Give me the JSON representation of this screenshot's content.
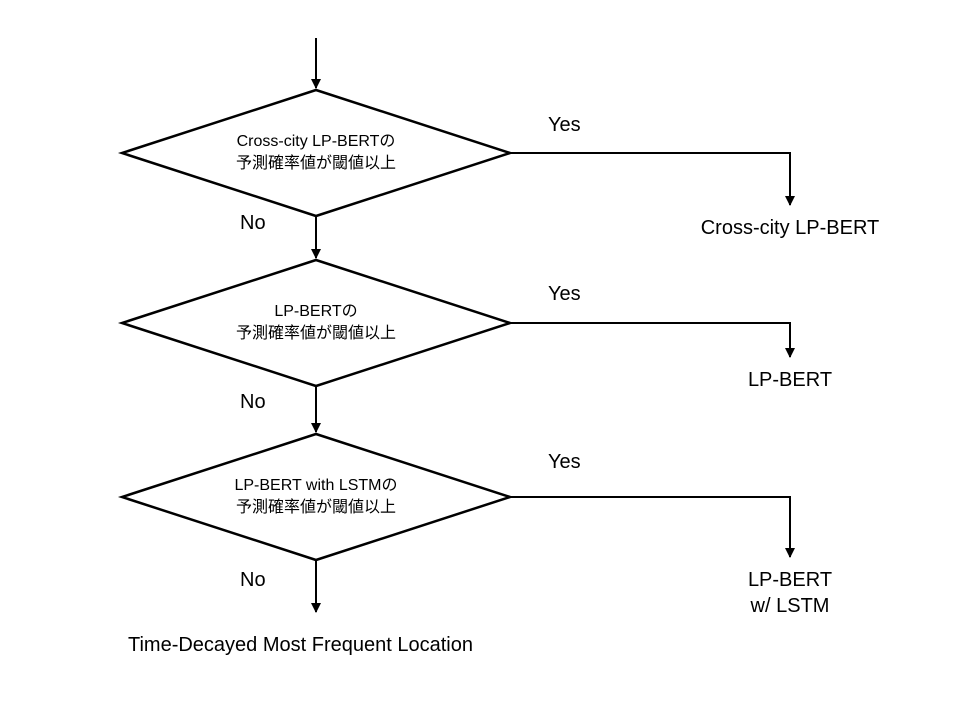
{
  "decisions": [
    {
      "line1": "Cross-city LP-BERTの",
      "line2": "予測確率値が閾値以上",
      "yes_label": "Yes",
      "no_label": "No",
      "outcome": [
        "Cross-city LP-BERT"
      ]
    },
    {
      "line1": "LP-BERTの",
      "line2": "予測確率値が閾値以上",
      "yes_label": "Yes",
      "no_label": "No",
      "outcome": [
        "LP-BERT"
      ]
    },
    {
      "line1": "LP-BERT with LSTMの",
      "line2": "予測確率値が閾値以上",
      "yes_label": "Yes",
      "no_label": "No",
      "outcome": [
        "LP-BERT",
        "w/ LSTM"
      ]
    }
  ],
  "final_outcome": "Time-Decayed Most Frequent Location"
}
